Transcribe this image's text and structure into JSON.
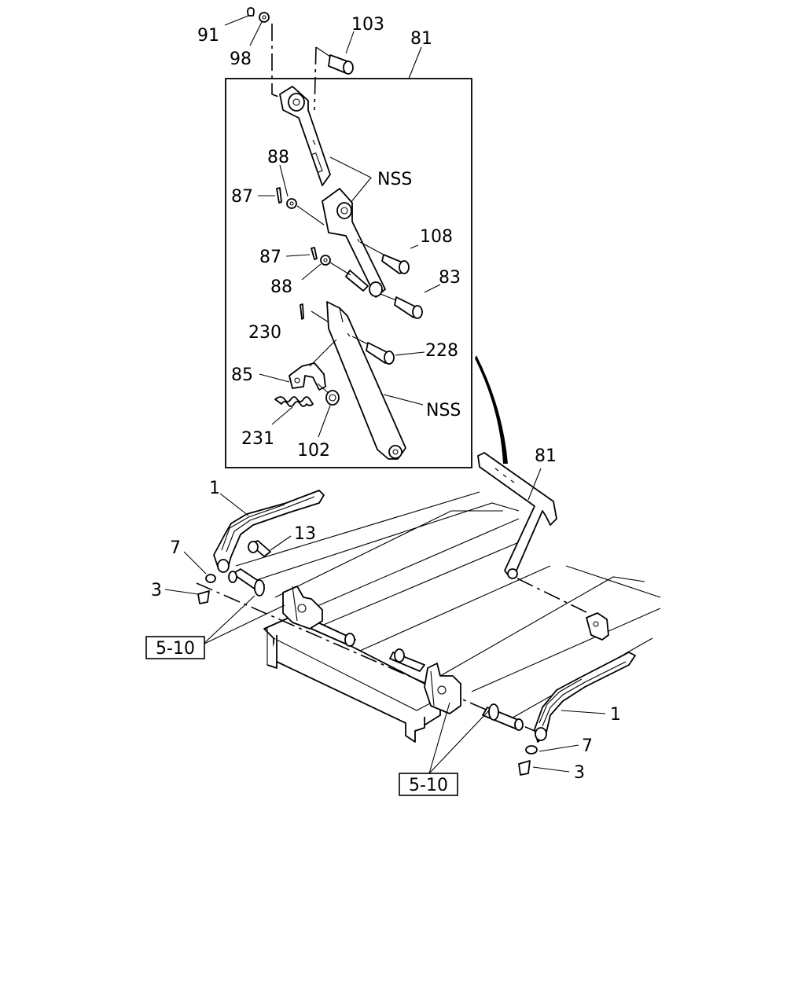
{
  "labels": {
    "l91": "91",
    "l98": "98",
    "l103": "103",
    "l81_top": "81",
    "l88_a": "88",
    "l87_a": "87",
    "nss_top": "NSS",
    "l108": "108",
    "l87_b": "87",
    "l83": "83",
    "l88_b": "88",
    "l230": "230",
    "l228": "228",
    "l85": "85",
    "nss_bottom": "NSS",
    "l231": "231",
    "l102": "102",
    "l81_right": "81",
    "l1_left": "1",
    "l13": "13",
    "l7_left": "7",
    "l3_left": "3",
    "l1_right": "1",
    "l7_right": "7",
    "l3_right": "3"
  },
  "refs": {
    "ref_left": "5-10",
    "ref_bottom": "5-10"
  }
}
